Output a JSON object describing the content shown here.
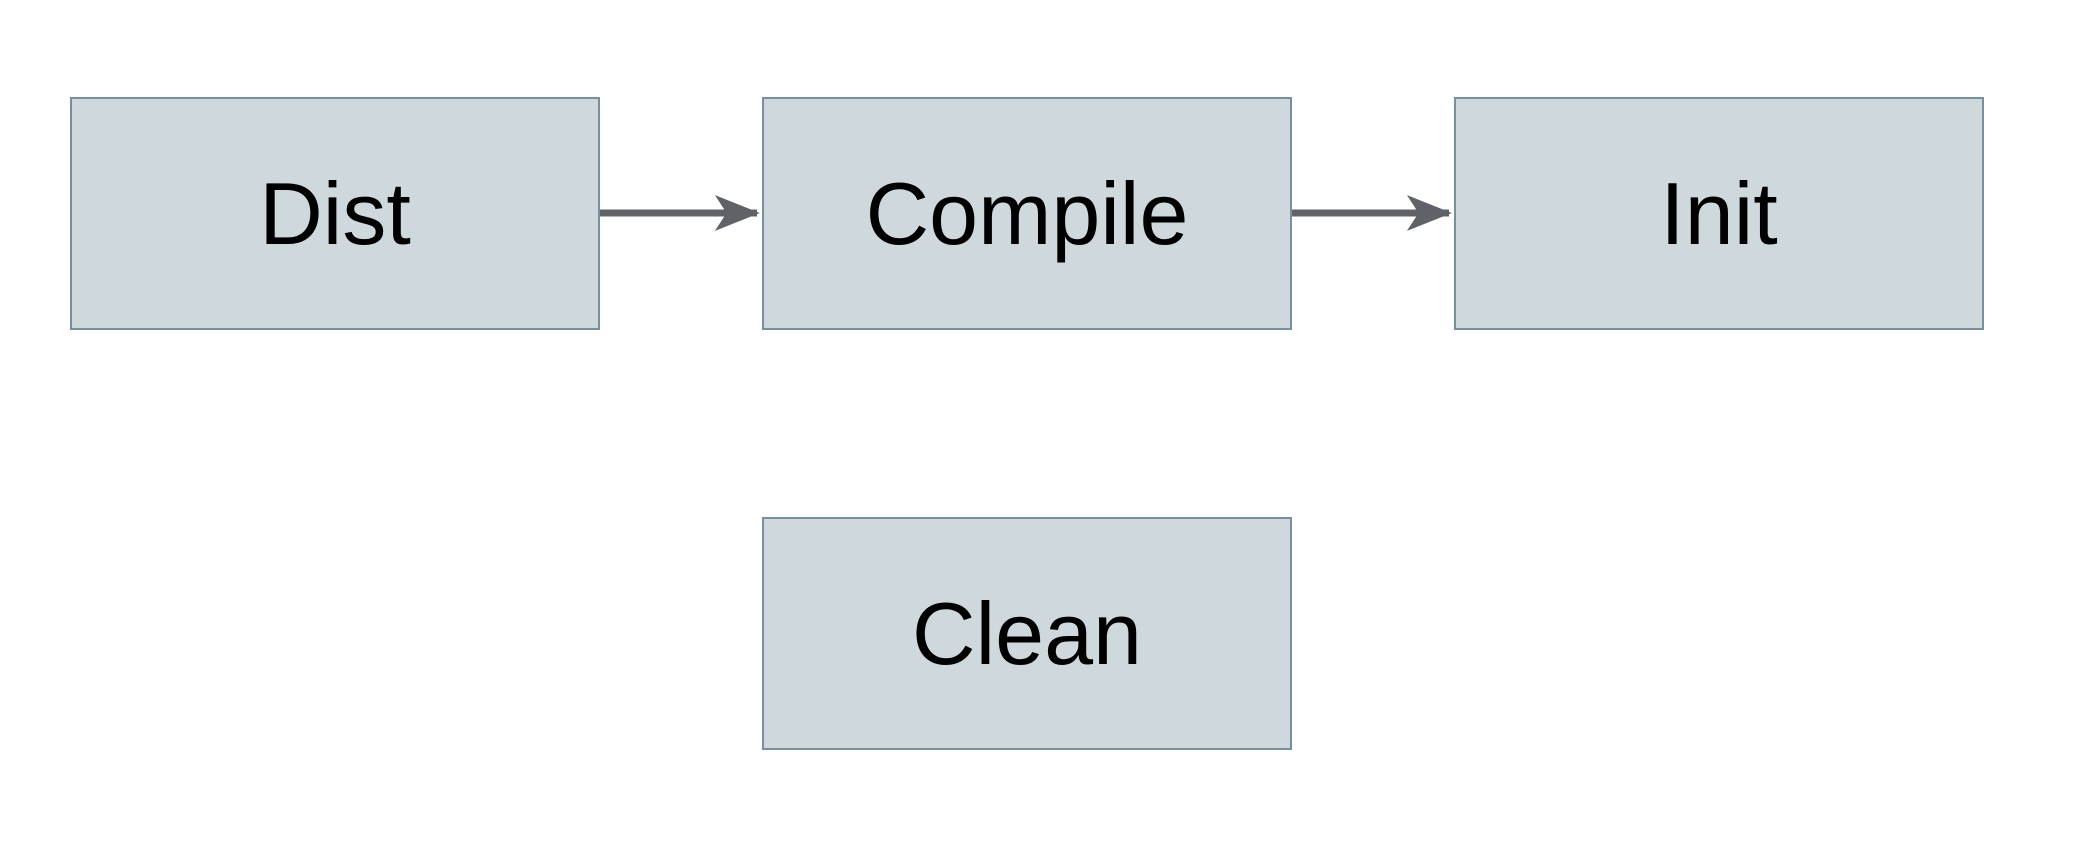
{
  "diagram": {
    "type": "flowchart",
    "background_color": "#ffffff",
    "nodes": [
      {
        "id": "dist",
        "label": "Dist",
        "row": 1,
        "col": 1
      },
      {
        "id": "compile",
        "label": "Compile",
        "row": 1,
        "col": 2
      },
      {
        "id": "init",
        "label": "Init",
        "row": 1,
        "col": 3
      },
      {
        "id": "clean",
        "label": "Clean",
        "row": 2,
        "col": 2
      }
    ],
    "edges": [
      {
        "from": "Dist",
        "to": "Compile",
        "style": "arrow"
      },
      {
        "from": "Compile",
        "to": "Init",
        "style": "arrow"
      }
    ],
    "colors": {
      "node_fill": "#cfd8dc",
      "node_border": "#78909c",
      "arrow": "#5f6368",
      "text": "#000000",
      "background": "#ffffff"
    }
  }
}
